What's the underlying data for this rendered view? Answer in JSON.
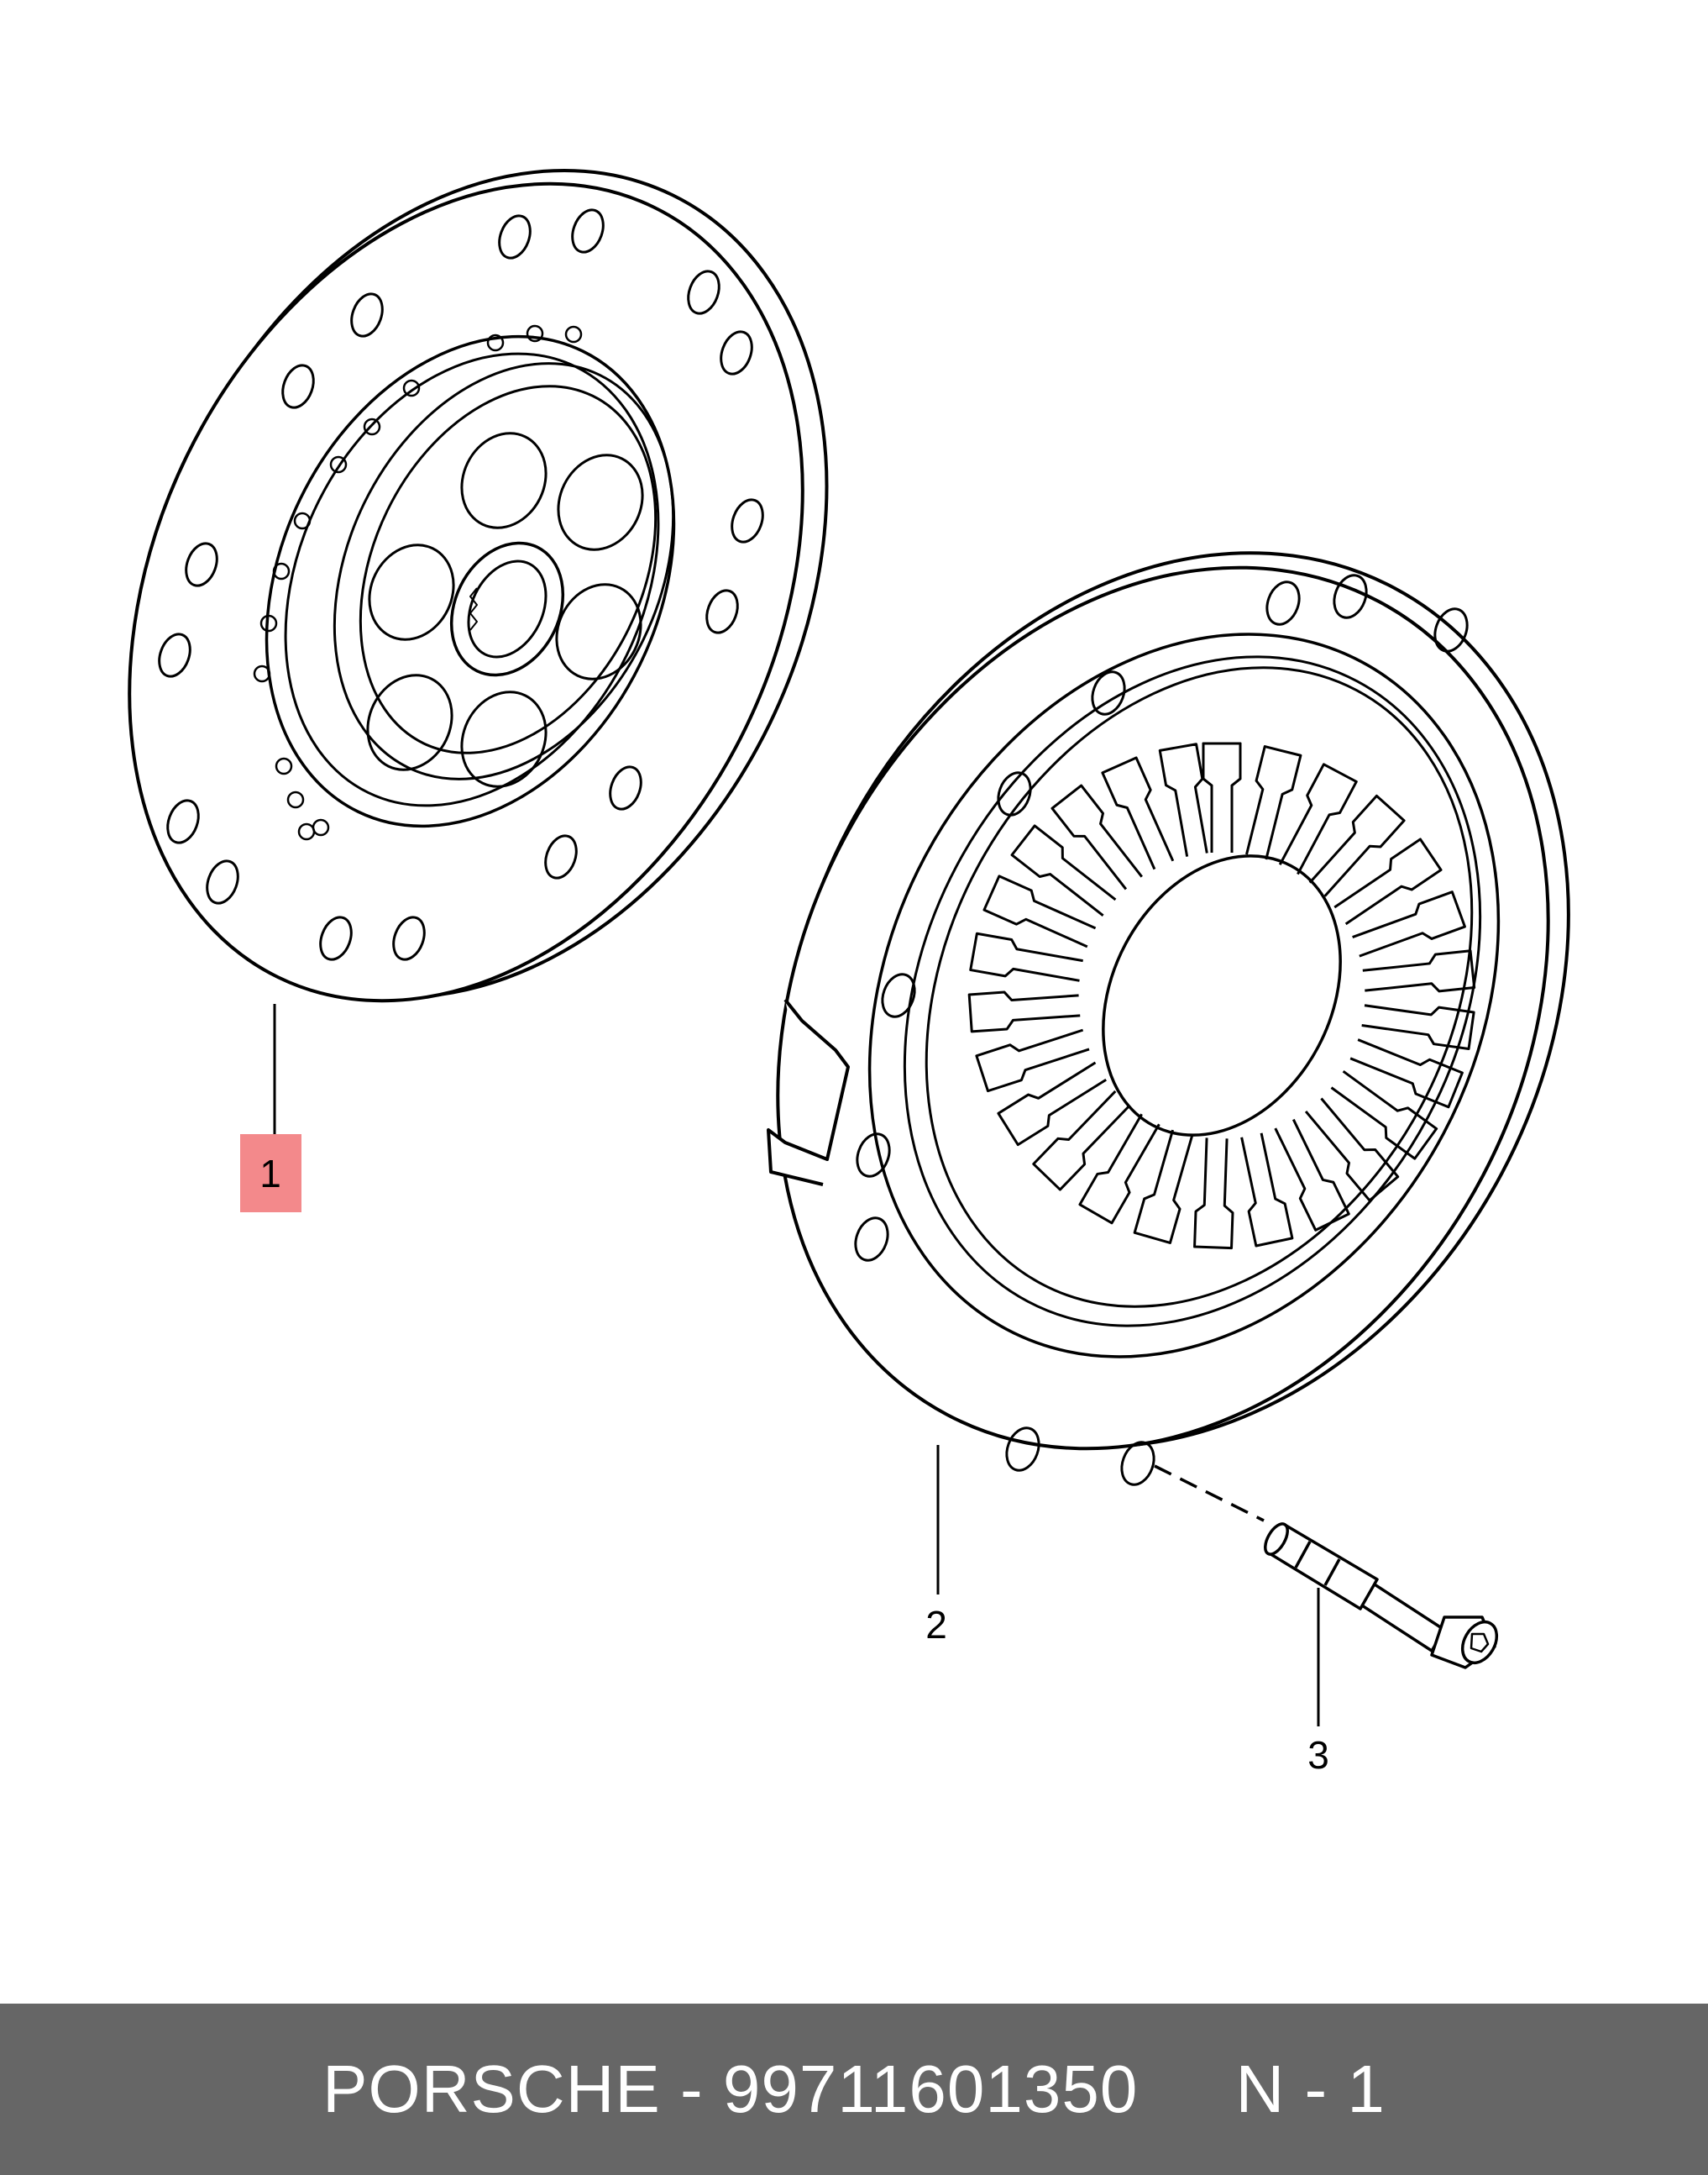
{
  "diagram": {
    "callouts": [
      {
        "label": "1",
        "highlighted": true
      },
      {
        "label": "2",
        "highlighted": false
      },
      {
        "label": "3",
        "highlighted": false
      }
    ],
    "parts": [
      "clutch-disc",
      "pressure-plate",
      "bolt"
    ]
  },
  "footer": {
    "text": "PORSCHE - 99711601350     N - 1"
  },
  "colors": {
    "line": "#000000",
    "highlight": "#f3898b",
    "footer_background": "#666666",
    "footer_text": "#ffffff",
    "background": "#ffffff"
  }
}
